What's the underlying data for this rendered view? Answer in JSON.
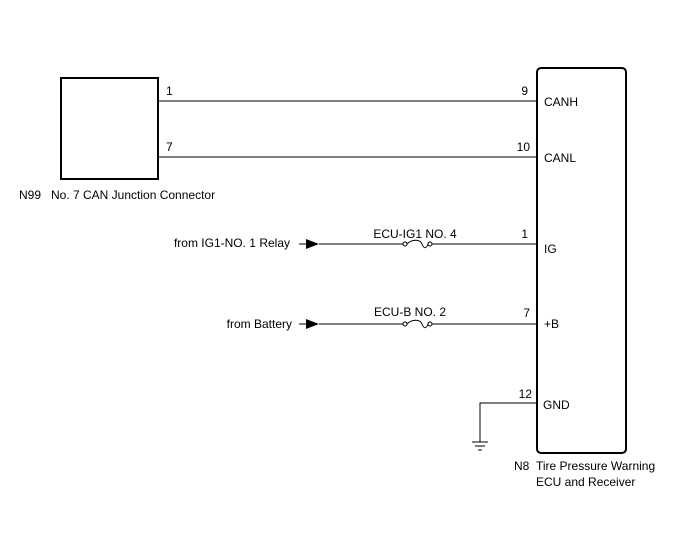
{
  "connector_n99": {
    "code": "N99",
    "name": "No. 7 CAN Junction Connector",
    "pin_canh": "1",
    "pin_canl": "7"
  },
  "ecu_n8": {
    "code": "N8",
    "name_line1": "Tire Pressure Warning",
    "name_line2": "ECU and Receiver",
    "pins": [
      {
        "number": "9",
        "label": "CANH"
      },
      {
        "number": "10",
        "label": "CANL"
      },
      {
        "number": "1",
        "label": "IG"
      },
      {
        "number": "7",
        "label": "+B"
      },
      {
        "number": "12",
        "label": "GND"
      }
    ]
  },
  "inputs": {
    "ig_source": "from IG1-NO. 1 Relay",
    "ig_fuse": "ECU-IG1 NO. 4",
    "battery_source": "from Battery",
    "battery_fuse": "ECU-B NO. 2"
  }
}
